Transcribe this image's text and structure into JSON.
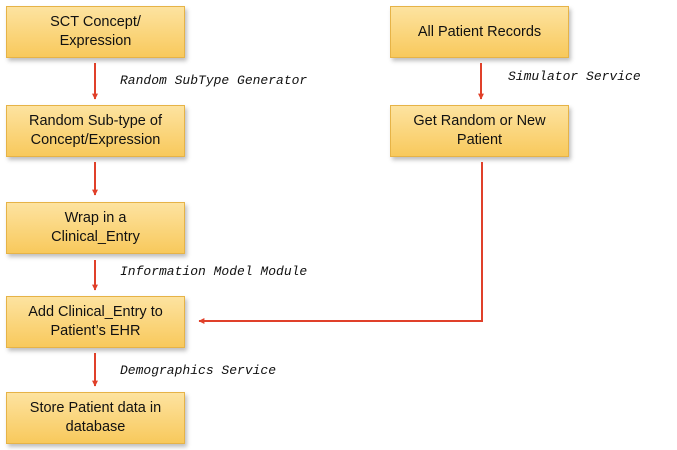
{
  "boxes": {
    "sct_concept": "SCT Concept/\nExpression",
    "random_subtype": "Random Sub-type of\nConcept/Expression",
    "wrap_clinical": "Wrap in a\nClinical_Entry",
    "add_clinical": "Add Clinical_Entry to\nPatient’s EHR",
    "store_patient": "Store Patient data in\ndatabase",
    "all_patient_records": "All Patient Records",
    "get_random_patient": "Get Random or New\nPatient"
  },
  "labels": {
    "random_subtype_generator": "Random SubType Generator",
    "information_model_module": "Information Model Module",
    "demographics_service": "Demographics Service",
    "simulator_service": "Simulator Service"
  },
  "colors": {
    "box_fill": "#f9cd66",
    "arrow": "#e0402a"
  }
}
